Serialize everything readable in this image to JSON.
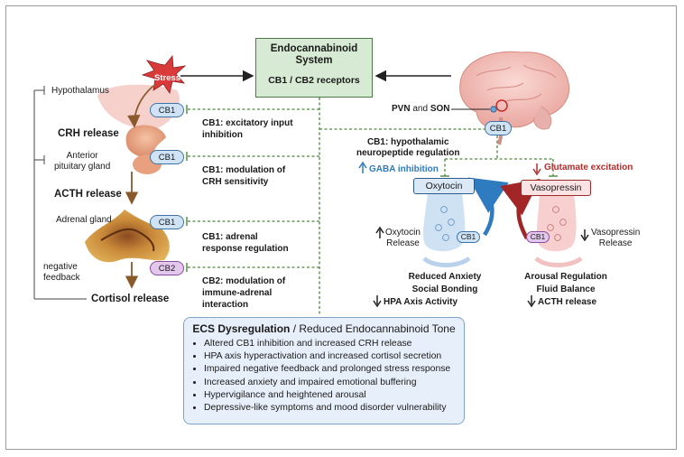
{
  "ecs": {
    "title": "Endocannabinoid System",
    "receptors": "CB1 / CB2 receptors"
  },
  "left": {
    "stress": "Stress",
    "hypothalamus": "Hypothalamus",
    "crh_release": "CRH release",
    "anterior_pituitary": "Anterior\npituitary gland",
    "acth_release": "ACTH release",
    "adrenal_gland": "Adrenal gland",
    "negative_feedback": "negative\nfeedback",
    "cortisol_release": "Cortisol release"
  },
  "receptors": {
    "cb1": "CB1",
    "cb2": "CB2"
  },
  "mechanisms": [
    {
      "id": "hypothalamus",
      "text": "CB1: excitatory input\ninhibition"
    },
    {
      "id": "pituitary",
      "text": "CB1: modulation of\nCRH sensitivity"
    },
    {
      "id": "adrenal",
      "text": "CB1: adrenal\nresponse regulation"
    },
    {
      "id": "immune",
      "text": "CB2: modulation of\nimmune-adrenal\ninteraction"
    }
  ],
  "right": {
    "pvn_label_bold1": "PVN",
    "pvn_label_and": " and ",
    "pvn_label_bold2": "SON",
    "hypothalamic_reg": "CB1: hypothalamic\nneuropeptide regulation",
    "gaba": "GABA inhibition",
    "glutamate": "Glutamate excitation",
    "oxytocin": "Oxytocin",
    "vasopressin": "Vasopressin",
    "oxytocin_release": "Oxytocin\nRelease",
    "vasopressin_release": "Vasopressin\nRelease",
    "oxytocin_effects": [
      "Reduced Anxiety",
      "Social Bonding",
      "HPA Axis Activity"
    ],
    "vasopressin_effects": [
      "Arousal Regulation",
      "Fluid Balance",
      "ACTH release"
    ]
  },
  "dysregulation": {
    "title_bold": "ECS Dysregulation",
    "title_rest": " / Reduced Endocannabinoid Tone",
    "items": [
      "Altered CB1 inhibition and increased CRH release",
      "HPA axis hyperactivation and increased cortisol secretion",
      "Impaired negative feedback and prolonged stress response",
      "Increased anxiety and impaired emotional buffering",
      "Hypervigilance and heightened arousal",
      "Depressive-like symptoms and mood disorder vulnerability"
    ]
  },
  "colors": {
    "ecs_fill": "#d7ead3",
    "dash_green": "#4b8a3c",
    "arrow_brown": "#8b5a2b",
    "stress_red": "#d93a3a",
    "gaba_blue": "#2e7bbf",
    "glutamate_red": "#b52d2d",
    "cb1_fill": "#cfe3f5",
    "cb2_fill": "#e3c7ec"
  }
}
